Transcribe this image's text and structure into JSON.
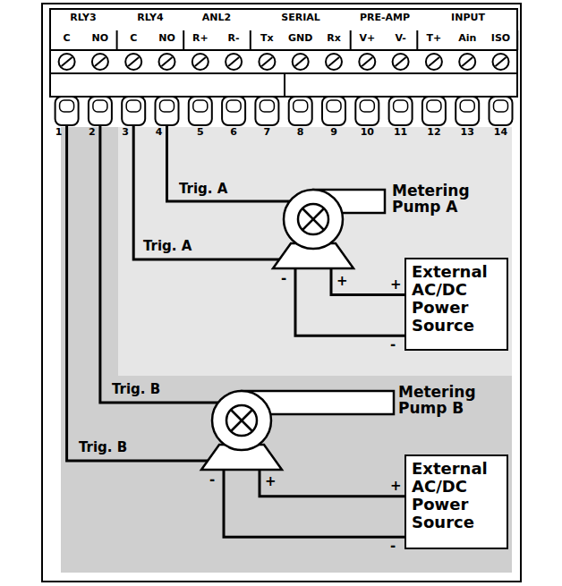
{
  "diagram": {
    "nodes": [
      {
        "text": [
          "Metering Pump A"
        ]
      },
      {
        "text": [
          "External AC/DC Power Source"
        ]
      },
      {
        "text": [
          "Metering Pump B"
        ]
      },
      {
        "text": [
          "External AC/DC Power Source"
        ]
      }
    ],
    "edges": [
      {
        "from": 0,
        "to": 1,
        "arrow": "none"
      },
      {
        "from": 0,
        "to": 1,
        "arrow": "none"
      },
      {
        "from": 2,
        "to": 3,
        "arrow": "none"
      },
      {
        "from": 2,
        "to": 3,
        "arrow": "none"
      }
    ],
    "labels": [
      "RLY3",
      "RLY4",
      "ANL2",
      "SERIAL",
      "PRE-AMP",
      "INPUT",
      "C",
      "NO",
      "C",
      "NO",
      "R+",
      "R-",
      "Tx",
      "GND",
      "Rx",
      "V+",
      "V-",
      "T+",
      "Ain",
      "ISO",
      "1",
      "2",
      "3",
      "4",
      "5",
      "6",
      "7",
      "8",
      "9",
      "10",
      "11",
      "12",
      "13",
      "14",
      "Trig. A",
      "Trig. A",
      "Trig. B",
      "Trig. B",
      "-",
      "+",
      "+",
      "-",
      "-",
      "+",
      "+",
      "-"
    ]
  }
}
